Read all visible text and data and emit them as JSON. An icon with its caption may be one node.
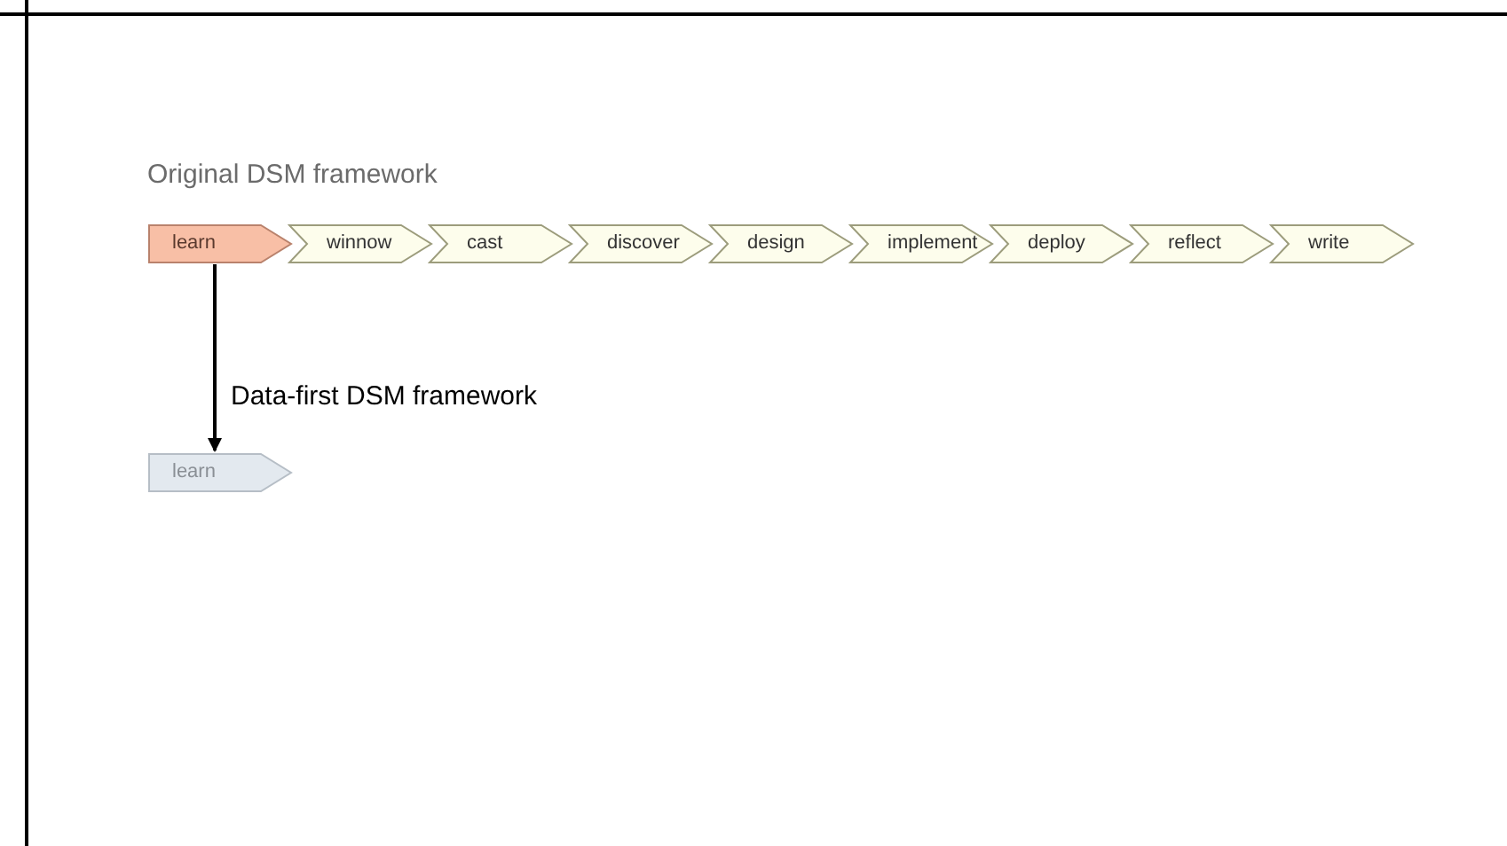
{
  "diagram": {
    "nodes": [
      {
        "text": [
          "learn"
        ]
      },
      {
        "text": [
          "winnow"
        ]
      },
      {
        "text": [
          "cast"
        ]
      },
      {
        "text": [
          "discover"
        ]
      },
      {
        "text": [
          "design"
        ]
      },
      {
        "text": [
          "implement"
        ]
      },
      {
        "text": [
          "deploy"
        ]
      },
      {
        "text": [
          "reflect"
        ]
      },
      {
        "text": [
          "write"
        ]
      },
      {
        "text": [
          "learn"
        ]
      }
    ],
    "edges": [
      {
        "from": 0,
        "to": 9,
        "arrow": "to"
      }
    ],
    "labels": [
      "Original DSM framework",
      "Data-first DSM framework"
    ]
  }
}
